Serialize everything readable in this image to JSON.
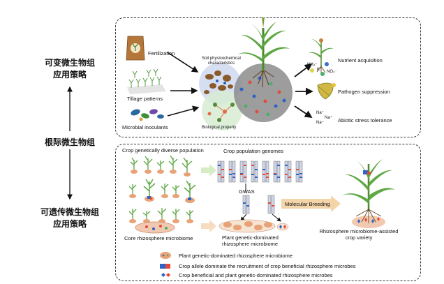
{
  "left": {
    "top_label_line1": "可变微生物组",
    "top_label_line2": "应用策略",
    "middle_label": "根际微生物组",
    "bottom_label_line1": "可遗传微生物组",
    "bottom_label_line2": "应用策略"
  },
  "upper": {
    "fertilization": "Fertilization",
    "tillage": "Tillage patterns",
    "inoculants": "Microbial inoculants",
    "soil_line1": "Soil physicochemical",
    "soil_line2": "characteristics",
    "biological": "Biological property",
    "nutrient": "Nutrient acquisition",
    "pathogen": "Pathogen suppression",
    "abiotic": "Abiotic stress tolerance",
    "ion_nh4": "NH₄⁺",
    "ion_k": "K⁺",
    "ion_no3": "NO₃⁻",
    "ion_na": "Na⁺"
  },
  "lower": {
    "diverse_pop": "Crop genetically diverse population",
    "genomes": "Crop population genomes",
    "gwas": "GWAS",
    "molecular": "Molecular Breeding",
    "core": "Core rhizosphere microbiome",
    "plant_gen_line1": "Plant genetic-dominated",
    "plant_gen_line2": "rhizosphere microbiome",
    "assisted_line1": "Rhizosphere microbiome-assisted",
    "assisted_line2": "crop variety"
  },
  "legend": {
    "item1": "Plant genetic-dominated rhizosphere microbiome",
    "item2": "Crop allele dominate the recruitment of crop beneficial rhizosphere microbes",
    "item3": "Crop beneficial and plant genetic-dominated rhizosphere microbes"
  },
  "colors": {
    "gray_circle": "#8c8c8c",
    "soil_circle": "#cfd8ee",
    "bio_circle": "#d7ecd2",
    "arrow_box": "#f6dcc0",
    "plant_green": "#4a9a3a",
    "red": "#e34a3a",
    "blue": "#2f62c8"
  }
}
